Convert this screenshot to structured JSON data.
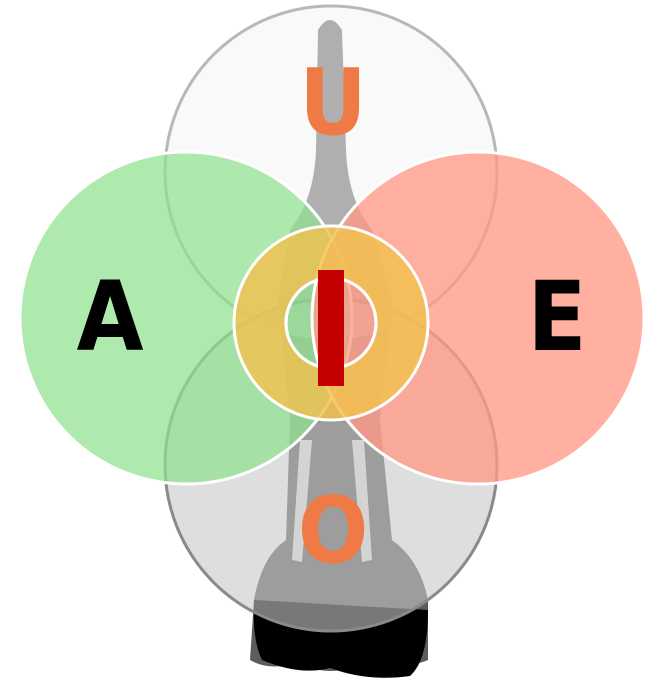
{
  "diagram": {
    "labels": {
      "top": "U",
      "left": "A",
      "right": "E",
      "bottom": "O",
      "center": "I"
    },
    "colors": {
      "top_circle": "#f4f4f4",
      "left_circle": "#8fe08f",
      "right_circle": "#ff9a86",
      "bottom_circle": "#c8c8c8",
      "center_ring": "#f2c14e",
      "center_bar": "#c40000",
      "label_orange": "#f07a45",
      "label_black": "#000000",
      "silhouette": "#5c5c5c"
    }
  }
}
